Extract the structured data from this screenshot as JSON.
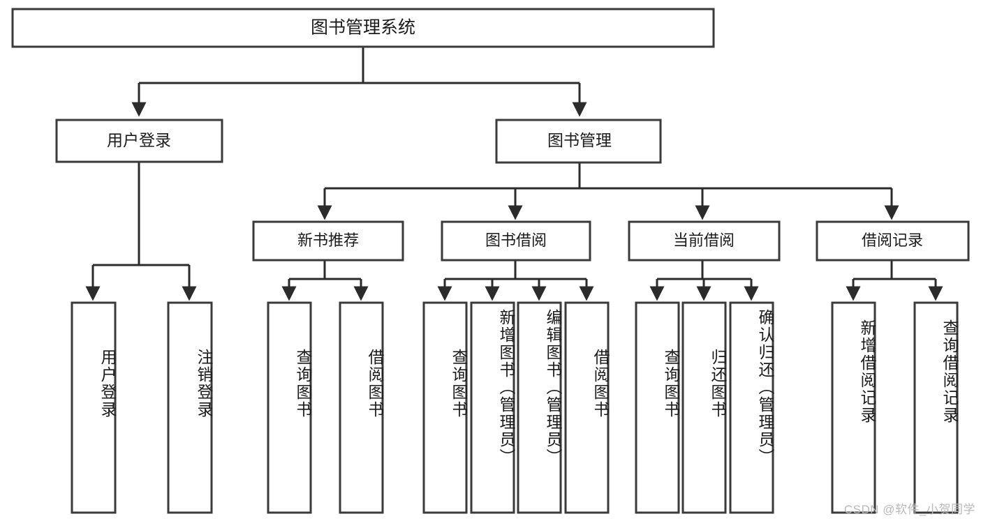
{
  "diagram": {
    "title": "图书管理系统",
    "watermark": "CSDN @软件_小贺同学",
    "colors": {
      "box_stroke": "#3a3a3a",
      "edge": "#2b2b2b",
      "text": "#1b1b1b",
      "background": "#ffffff",
      "watermark": "#b9b9b9"
    },
    "root": {
      "label": "图书管理系统"
    },
    "level1": [
      {
        "label": "用户登录"
      },
      {
        "label": "图书管理"
      }
    ],
    "level2": [
      {
        "label": "新书推荐"
      },
      {
        "label": "图书借阅"
      },
      {
        "label": "当前借阅"
      },
      {
        "label": "借阅记录"
      }
    ],
    "leaves": {
      "user_login": [
        {
          "label": "用户登录"
        },
        {
          "label": "注销登录"
        }
      ],
      "new_book_recommend": [
        {
          "label": "查询图书"
        },
        {
          "label": "借阅图书"
        }
      ],
      "book_borrow": [
        {
          "label": "查询图书"
        },
        {
          "label": "新增图书（管理员）"
        },
        {
          "label": "编辑图书（管理员）"
        },
        {
          "label": "借阅图书"
        }
      ],
      "current_borrow": [
        {
          "label": "查询图书"
        },
        {
          "label": "归还图书"
        },
        {
          "label": "确认归还（管理员）"
        }
      ],
      "borrow_record": [
        {
          "label": "新增借阅记录"
        },
        {
          "label": "查询借阅记录"
        }
      ]
    }
  }
}
